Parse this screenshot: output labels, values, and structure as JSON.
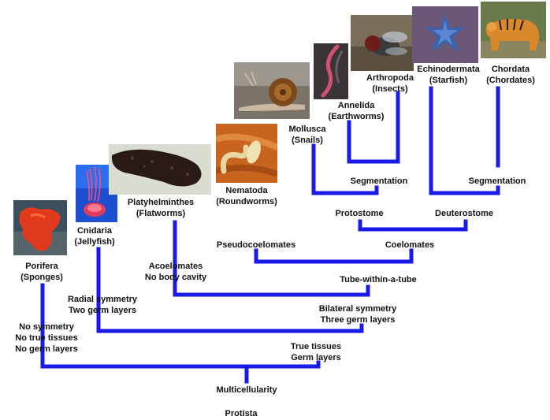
{
  "colors": {
    "branch": "#1a1ae6",
    "background": "#ffffff"
  },
  "root": {
    "name": "Protista"
  },
  "nodes": {
    "multicellularity": [
      "Multicellularity"
    ],
    "true_tissues": [
      "True tissues",
      "Germ layers"
    ],
    "bilateral": [
      "Bilateral symmetry",
      "Three germ layers"
    ],
    "tube": [
      "Tube-within-a-tube"
    ],
    "coelomates": [
      "Coelomates"
    ],
    "protostome": [
      "Protostome"
    ],
    "deuterostome": [
      "Deuterostome"
    ],
    "segmentation_proto": [
      "Segmentation"
    ],
    "segmentation_deutero": [
      "Segmentation"
    ]
  },
  "traits": {
    "porifera": [
      "No symmetry",
      "No true tissues",
      "No germ layers"
    ],
    "cnidaria": [
      "Radial symmetry",
      "Two germ layers"
    ],
    "platyhelminthes": [
      "Acoelomates",
      "No body cavity"
    ],
    "nematoda": [
      "Pseudocoelomates"
    ]
  },
  "taxa": [
    {
      "key": "porifera",
      "name": "Porifera",
      "common": "(Sponges)",
      "icon": "red-sponge-photo"
    },
    {
      "key": "cnidaria",
      "name": "Cnidaria",
      "common": "(Jellyfish)",
      "icon": "jellyfish-photo"
    },
    {
      "key": "platyhelminthes",
      "name": "Platyhelminthes",
      "common": "(Flatworms)",
      "icon": "flatworm-photo"
    },
    {
      "key": "nematoda",
      "name": "Nematoda",
      "common": "(Roundworms)",
      "icon": "roundworm-photo"
    },
    {
      "key": "mollusca",
      "name": "Mollusca",
      "common": "(Snails)",
      "icon": "snail-photo"
    },
    {
      "key": "annelida",
      "name": "Annelida",
      "common": "(Earthworms)",
      "icon": "earthworm-photo"
    },
    {
      "key": "arthropoda",
      "name": "Arthropoda",
      "common": "(Insects)",
      "icon": "fly-photo"
    },
    {
      "key": "echinodermata",
      "name": "Echinodermata",
      "common": "(Starfish)",
      "icon": "starfish-photo"
    },
    {
      "key": "chordata",
      "name": "Chordata",
      "common": "(Chordates)",
      "icon": "tiger-photo"
    }
  ]
}
